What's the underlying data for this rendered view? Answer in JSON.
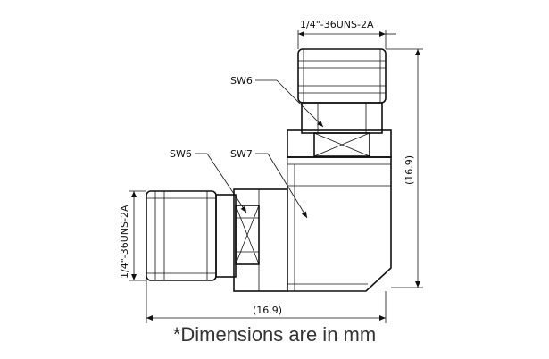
{
  "labels": {
    "thread_top": "1/4\"-36UNS-2A",
    "thread_left": "1/4\"-36UNS-2A",
    "sw6_top": "SW6",
    "sw6_left": "SW6",
    "sw7": "SW7",
    "dim_right": "(16.9)",
    "dim_bottom": "(16.9)"
  },
  "caption": "*Dimensions are in mm"
}
